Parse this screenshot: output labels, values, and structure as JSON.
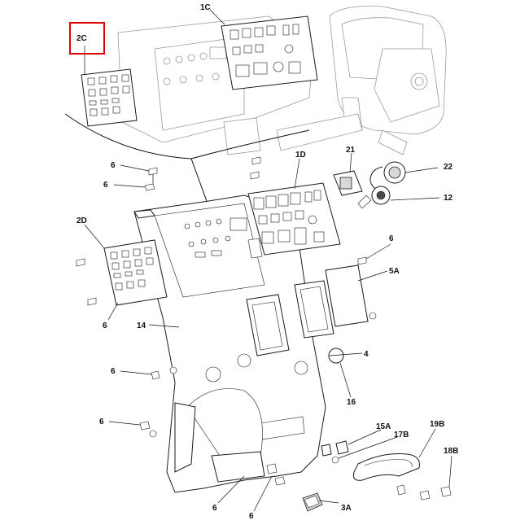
{
  "diagram": {
    "highlight_color": "#e00000",
    "highlighted_callout": "2C",
    "callouts": [
      {
        "id": "2C",
        "label": "2C"
      },
      {
        "id": "1C",
        "label": "1C"
      },
      {
        "id": "1D",
        "label": "1D"
      },
      {
        "id": "21",
        "label": "21"
      },
      {
        "id": "22",
        "label": "22"
      },
      {
        "id": "12",
        "label": "12"
      },
      {
        "id": "6a",
        "label": "6"
      },
      {
        "id": "6b",
        "label": "6"
      },
      {
        "id": "2D",
        "label": "2D"
      },
      {
        "id": "6c",
        "label": "6"
      },
      {
        "id": "5A",
        "label": "5A"
      },
      {
        "id": "6d",
        "label": "6"
      },
      {
        "id": "14",
        "label": "14"
      },
      {
        "id": "4",
        "label": "4"
      },
      {
        "id": "6e",
        "label": "6"
      },
      {
        "id": "16",
        "label": "16"
      },
      {
        "id": "6f",
        "label": "6"
      },
      {
        "id": "15A",
        "label": "15A"
      },
      {
        "id": "17B",
        "label": "17B"
      },
      {
        "id": "19B",
        "label": "19B"
      },
      {
        "id": "18B",
        "label": "18B"
      },
      {
        "id": "6g",
        "label": "6"
      },
      {
        "id": "6h",
        "label": "6"
      },
      {
        "id": "3A",
        "label": "3A"
      }
    ]
  }
}
